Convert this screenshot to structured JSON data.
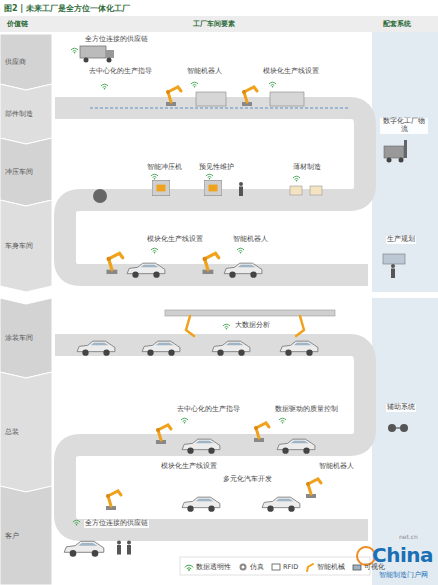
{
  "diagram": {
    "title": "图2 | 未来工厂是全方位一体化工厂",
    "nodes": [
      {
        "text": [
          "供应商"
        ]
      },
      {
        "text": [
          "部件制造"
        ]
      },
      {
        "text": [
          "冲压车间"
        ]
      },
      {
        "text": [
          "车身车间"
        ]
      },
      {
        "text": [
          "涂装车间"
        ]
      },
      {
        "text": [
          "总装"
        ]
      },
      {
        "text": [
          "客户"
        ]
      }
    ],
    "labels": [
      "价值链",
      "工厂车间要素",
      "配套系统",
      "全方位连接的供应链",
      "去中心化的生产指导",
      "智能机器人",
      "模块化生产线设置",
      "数字化工厂物流",
      "智能冲压机",
      "预见性维护",
      "薄材制造",
      "生产规划",
      "模块化生产线设置",
      "智能机器人",
      "大数据分析",
      "辅助系统",
      "去中心化的生产指导",
      "数据驱动的质量控制",
      "模块化生产线设置",
      "多元化汽车开发",
      "智能机器人",
      "全方位连接的供应链",
      "net.cn",
      "China",
      "智能制造门户网"
    ],
    "legend": [
      {
        "text": "数据透明性"
      },
      {
        "text": "仿真"
      },
      {
        "text": "RFID"
      },
      {
        "text": "智能机械"
      },
      {
        "text": "可视化"
      }
    ]
  }
}
